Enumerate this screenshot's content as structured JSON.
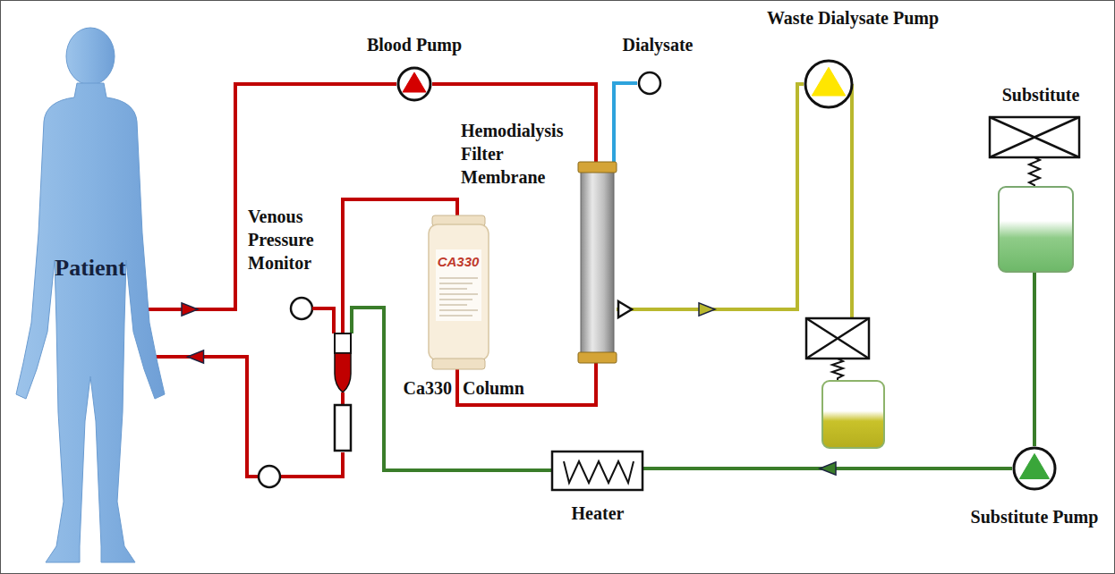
{
  "diagram": {
    "nodes": [
      {
        "text": [
          "Patient"
        ]
      },
      {
        "text": [
          "Blood Pump"
        ]
      },
      {
        "text": [
          "Dialysate"
        ]
      },
      {
        "text": [
          "Hemodialysis Filter Membrane"
        ]
      },
      {
        "text": [
          "Ca330",
          "Column"
        ]
      },
      {
        "text": [
          "Venous Pressure Monitor"
        ]
      },
      {
        "text": [
          "Waste Dialysate Pump"
        ]
      },
      {
        "text": [
          "Substitute"
        ]
      },
      {
        "text": [
          "Substitute Pump"
        ]
      },
      {
        "text": [
          "Heater"
        ]
      }
    ],
    "edges": [
      {
        "from": 0,
        "to": 1,
        "arrow": "to"
      },
      {
        "from": 1,
        "to": 3,
        "arrow": "none"
      },
      {
        "from": 2,
        "to": 3,
        "arrow": "none"
      },
      {
        "from": 3,
        "to": 4,
        "arrow": "none"
      },
      {
        "from": 4,
        "to": 5,
        "arrow": "none"
      },
      {
        "from": 5,
        "to": 0,
        "arrow": "to"
      },
      {
        "from": 3,
        "to": 6,
        "arrow": "to"
      },
      {
        "from": 7,
        "to": 8,
        "arrow": "none"
      },
      {
        "from": 8,
        "to": 9,
        "arrow": "to"
      },
      {
        "from": 9,
        "to": 5,
        "arrow": "none"
      }
    ],
    "labels": [
      "CA330"
    ]
  }
}
